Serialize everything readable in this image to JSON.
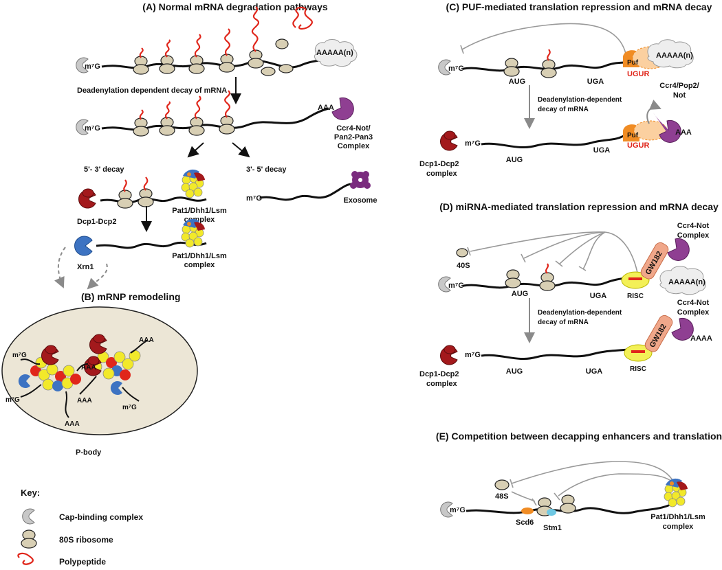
{
  "panels": {
    "a": {
      "title": "(A) Normal mRNA degradation pathways",
      "deadenylation": "Deadenylation dependent decay of mRNA",
      "cap": "m⁷G",
      "polyA_long": "AAAAA(n)",
      "polyA_short": "AAA",
      "ccr4_line1": "Ccr4-Not/",
      "ccr4_line2": "Pan2-Pan3",
      "ccr4_line3": "Complex",
      "decay_53": "5'- 3' decay",
      "decay_35": "3'- 5' decay",
      "dcp": "Dcp1-Dcp2",
      "pat1_line1": "Pat1/Dhh1/Lsm",
      "pat1_line2": "complex",
      "xrn1": "Xrn1",
      "exosome": "Exosome"
    },
    "b": {
      "title": "(B) mRNP remodeling",
      "pbody": "P-body",
      "cap": "m⁷G",
      "tail": "AAA"
    },
    "c": {
      "title": "(C) PUF-mediated translation repression and mRNA decay",
      "aug": "AUG",
      "uga": "UGA",
      "puf": "Puf",
      "ugur": "UGUR",
      "polyA": "AAAAA(n)",
      "decay_line1": "Deadenylation-dependent",
      "decay_line2": "decay of mRNA",
      "ccr4_line1": "Ccr4/Pop2/",
      "ccr4_line2": "Not",
      "aaa": "AAA",
      "dcp_line1": "Dcp1-Dcp2",
      "dcp_line2": "complex",
      "cap": "m⁷G"
    },
    "d": {
      "title": "(D) miRNA-mediated translation repression and mRNA decay",
      "s40": "40S",
      "aug": "AUG",
      "uga": "UGA",
      "risc": "RISC",
      "gw182": "GW182",
      "polyA": "AAAAA(n)",
      "ccr4_line1": "Ccr4-Not",
      "ccr4_line2": "Complex",
      "decay_line1": "Deadenylation-dependent",
      "decay_line2": "decay of mRNA",
      "aaaa": "AAAA",
      "dcp_line1": "Dcp1-Dcp2",
      "dcp_line2": "complex",
      "cap": "m⁷G"
    },
    "e": {
      "title": "(E) Competition between decapping enhancers and translation",
      "s48": "48S",
      "scd6": "Scd6",
      "stm1": "Stm1",
      "pat1_line1": "Pat1/Dhh1/Lsm",
      "pat1_line2": "complex",
      "cap": "m⁷G"
    }
  },
  "key": {
    "title": "Key:",
    "items": [
      {
        "label": "Cap-binding complex",
        "icon": "cap-binding-icon"
      },
      {
        "label": "80S ribosome",
        "icon": "ribosome-icon"
      },
      {
        "label": "Polypeptide",
        "icon": "polypeptide-icon"
      }
    ]
  },
  "colors": {
    "ribosome": "#d8cfb4",
    "cap": "#c8c8c8",
    "dcp": "#a3191c",
    "ccr4": "#8f3f92",
    "xrn1": "#3d73c2",
    "lsm": "#f2e92a",
    "puf": "#f08c24",
    "gw182": "#f0a78a",
    "risc": "#f3f057",
    "pbody": "#ece6d6",
    "polypeptide": "#e0261b"
  }
}
